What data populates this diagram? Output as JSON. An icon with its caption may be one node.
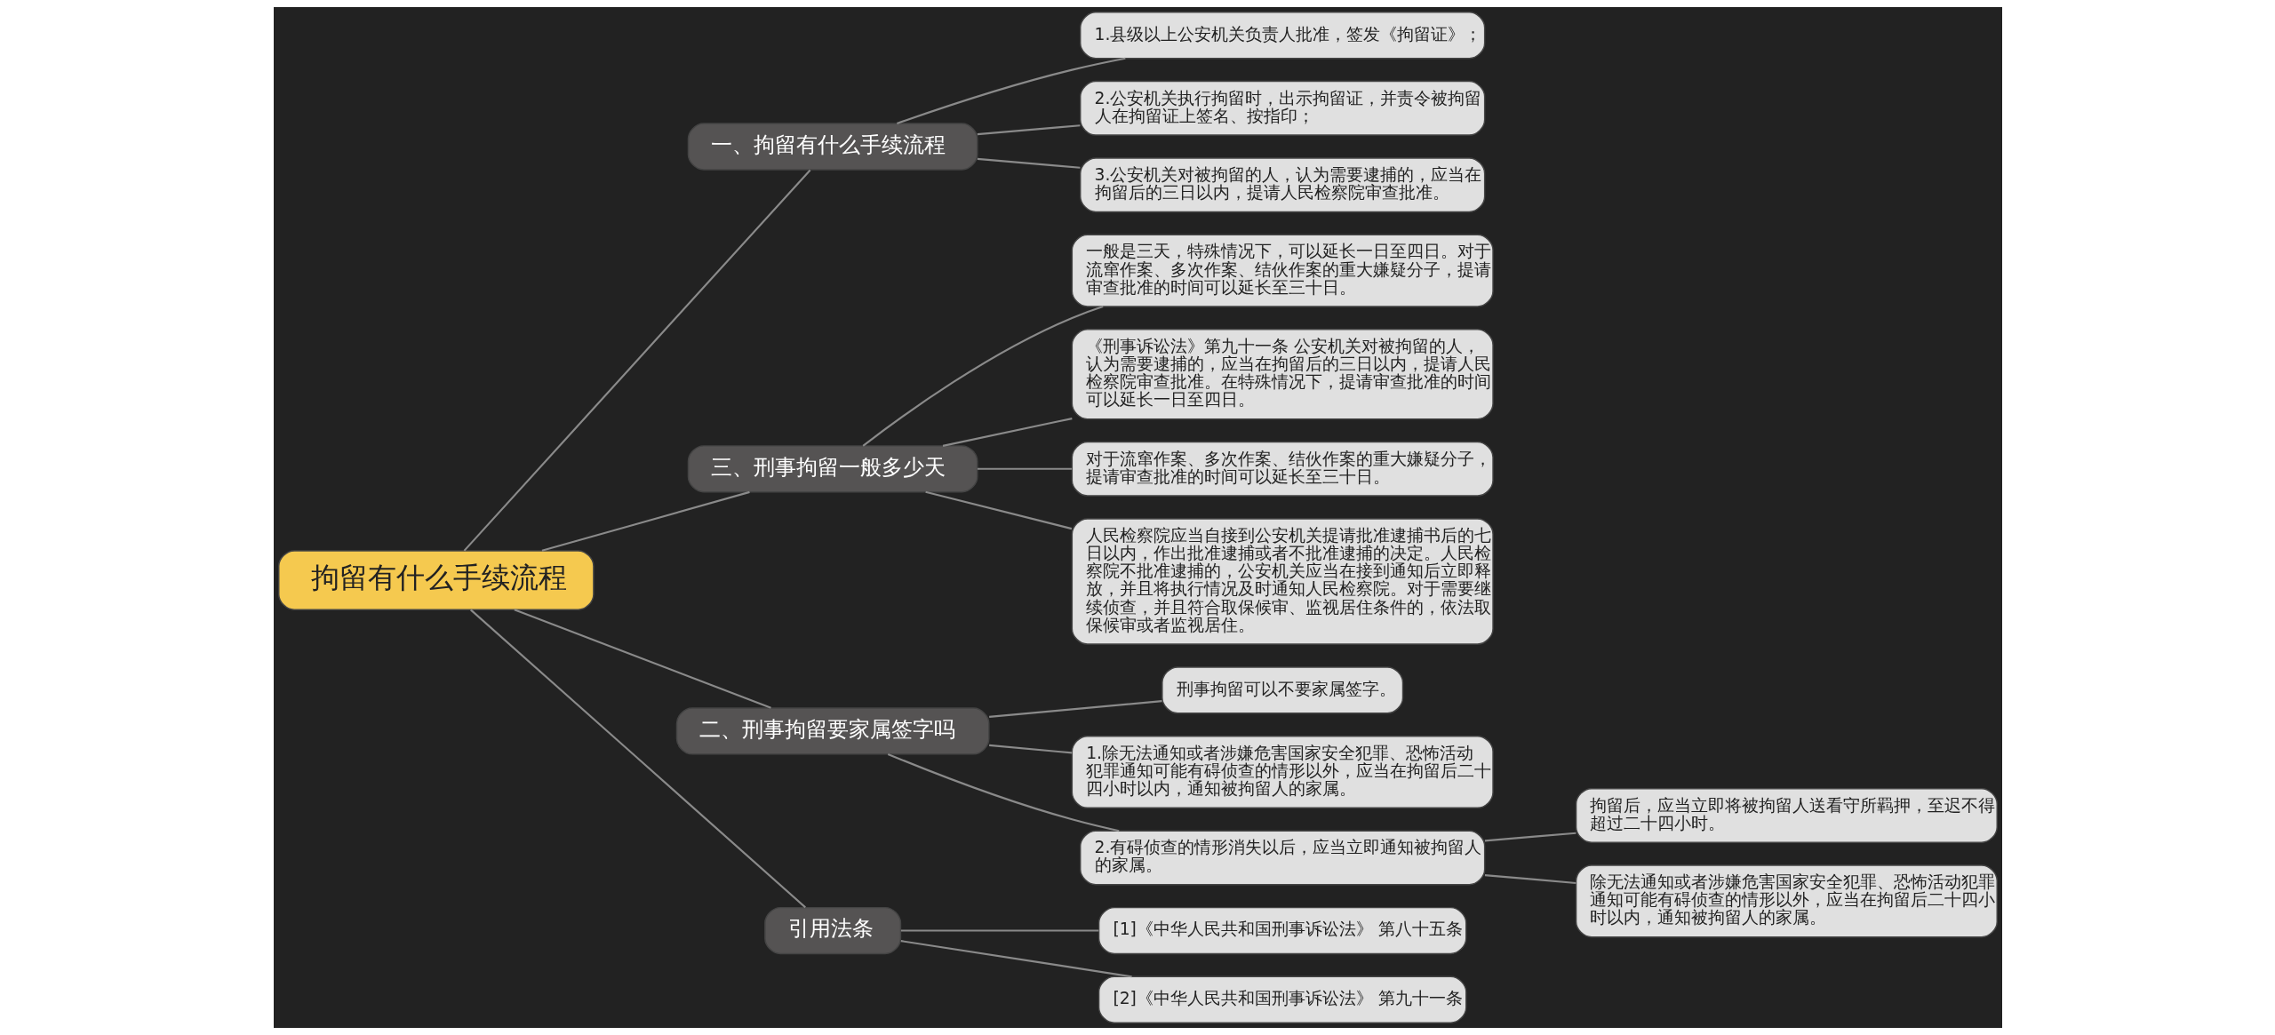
{
  "diagram": {
    "nodes": [
      {
        "text": [
          "拘留有什么手续流程"
        ]
      },
      {
        "text": [
          "一、拘留有什么手续流程"
        ]
      },
      {
        "text": [
          "1.县级以上公安机关负责人批准，签发《拘留证》；"
        ]
      },
      {
        "text": [
          "2.公安机关执行拘留时，出示拘留证，并责令被拘留人在拘留证上签名、按指印；"
        ]
      },
      {
        "text": [
          "3.公安机关对被拘留的人，认为需要逮捕的，应当在拘留后的三日以内，提请人民检察院审查批准。"
        ]
      },
      {
        "text": [
          "三、刑事拘留一般多少天"
        ]
      },
      {
        "text": [
          "一般是三天，特殊情况下，可以延长一日至四日。对于流窜作案、多次作案、结伙作案的重大嫌疑分子，提请审查批准的时间可以延长至三十日。"
        ]
      },
      {
        "text": [
          "《刑事诉讼法》第九十一条 公安机关对被拘留的人，认为需要逮捕的，应当在拘留后的三日以内，提请人民检察院审查批准。在特殊情况下，提请审查批准的时间可以延长一日至四日。"
        ]
      },
      {
        "text": [
          "对于流窜作案、多次作案、结伙作案的重大嫌疑分子，提请审查批准的时间可以延长至三十日。"
        ]
      },
      {
        "text": [
          "人民检察院应当自接到公安机关提请批准逮捕书后的七日以内，作出批准逮捕或者不批准逮捕的决定。人民检察院不批准逮捕的，公安机关应当在接到通知后立即释放，并且将执行情况及时通知人民检察院。对于需要继续侦查，并且符合取保候审、监视居住条件的，依法取保候审或者监视居住。"
        ]
      },
      {
        "text": [
          "二、刑事拘留要家属签字吗"
        ]
      },
      {
        "text": [
          "刑事拘留可以不要家属签字。"
        ]
      },
      {
        "text": [
          "1.除无法通知或者涉嫌危害国家安全犯罪、恐怖活动犯罪通知可能有碍侦查的情形以外，应当在拘留后二十四小时以内，通知被拘留人的家属。"
        ]
      },
      {
        "text": [
          "2.有碍侦查的情形消失以后，应当立即通知被拘留人的家属。"
        ]
      },
      {
        "text": [
          "拘留后，应当立即将被拘留人送看守所羁押，至迟不得超过二十四小时。"
        ]
      },
      {
        "text": [
          "除无法通知或者涉嫌危害国家安全犯罪、恐怖活动犯罪通知可能有碍侦查的情形以外，应当在拘留后二十四小时以内，通知被拘留人的家属。"
        ]
      },
      {
        "text": [
          "引用法条"
        ]
      },
      {
        "text": [
          "[1]《中华人民共和国刑事诉讼法》 第八十五条"
        ]
      },
      {
        "text": [
          "[2]《中华人民共和国刑事诉讼法》 第九十一条"
        ]
      }
    ],
    "edges": [
      {
        "from": 0,
        "to": 1,
        "arrow": "none"
      },
      {
        "from": 1,
        "to": 2,
        "arrow": "none"
      },
      {
        "from": 1,
        "to": 3,
        "arrow": "none"
      },
      {
        "from": 1,
        "to": 4,
        "arrow": "none"
      },
      {
        "from": 0,
        "to": 5,
        "arrow": "none"
      },
      {
        "from": 5,
        "to": 6,
        "arrow": "none"
      },
      {
        "from": 5,
        "to": 7,
        "arrow": "none"
      },
      {
        "from": 5,
        "to": 8,
        "arrow": "none"
      },
      {
        "from": 5,
        "to": 9,
        "arrow": "none"
      },
      {
        "from": 0,
        "to": 10,
        "arrow": "none"
      },
      {
        "from": 10,
        "to": 11,
        "arrow": "none"
      },
      {
        "from": 10,
        "to": 12,
        "arrow": "none"
      },
      {
        "from": 10,
        "to": 13,
        "arrow": "none"
      },
      {
        "from": 13,
        "to": 14,
        "arrow": "none"
      },
      {
        "from": 13,
        "to": 15,
        "arrow": "none"
      },
      {
        "from": 0,
        "to": 16,
        "arrow": "none"
      },
      {
        "from": 16,
        "to": 17,
        "arrow": "none"
      },
      {
        "from": 16,
        "to": 18,
        "arrow": "none"
      }
    ]
  }
}
